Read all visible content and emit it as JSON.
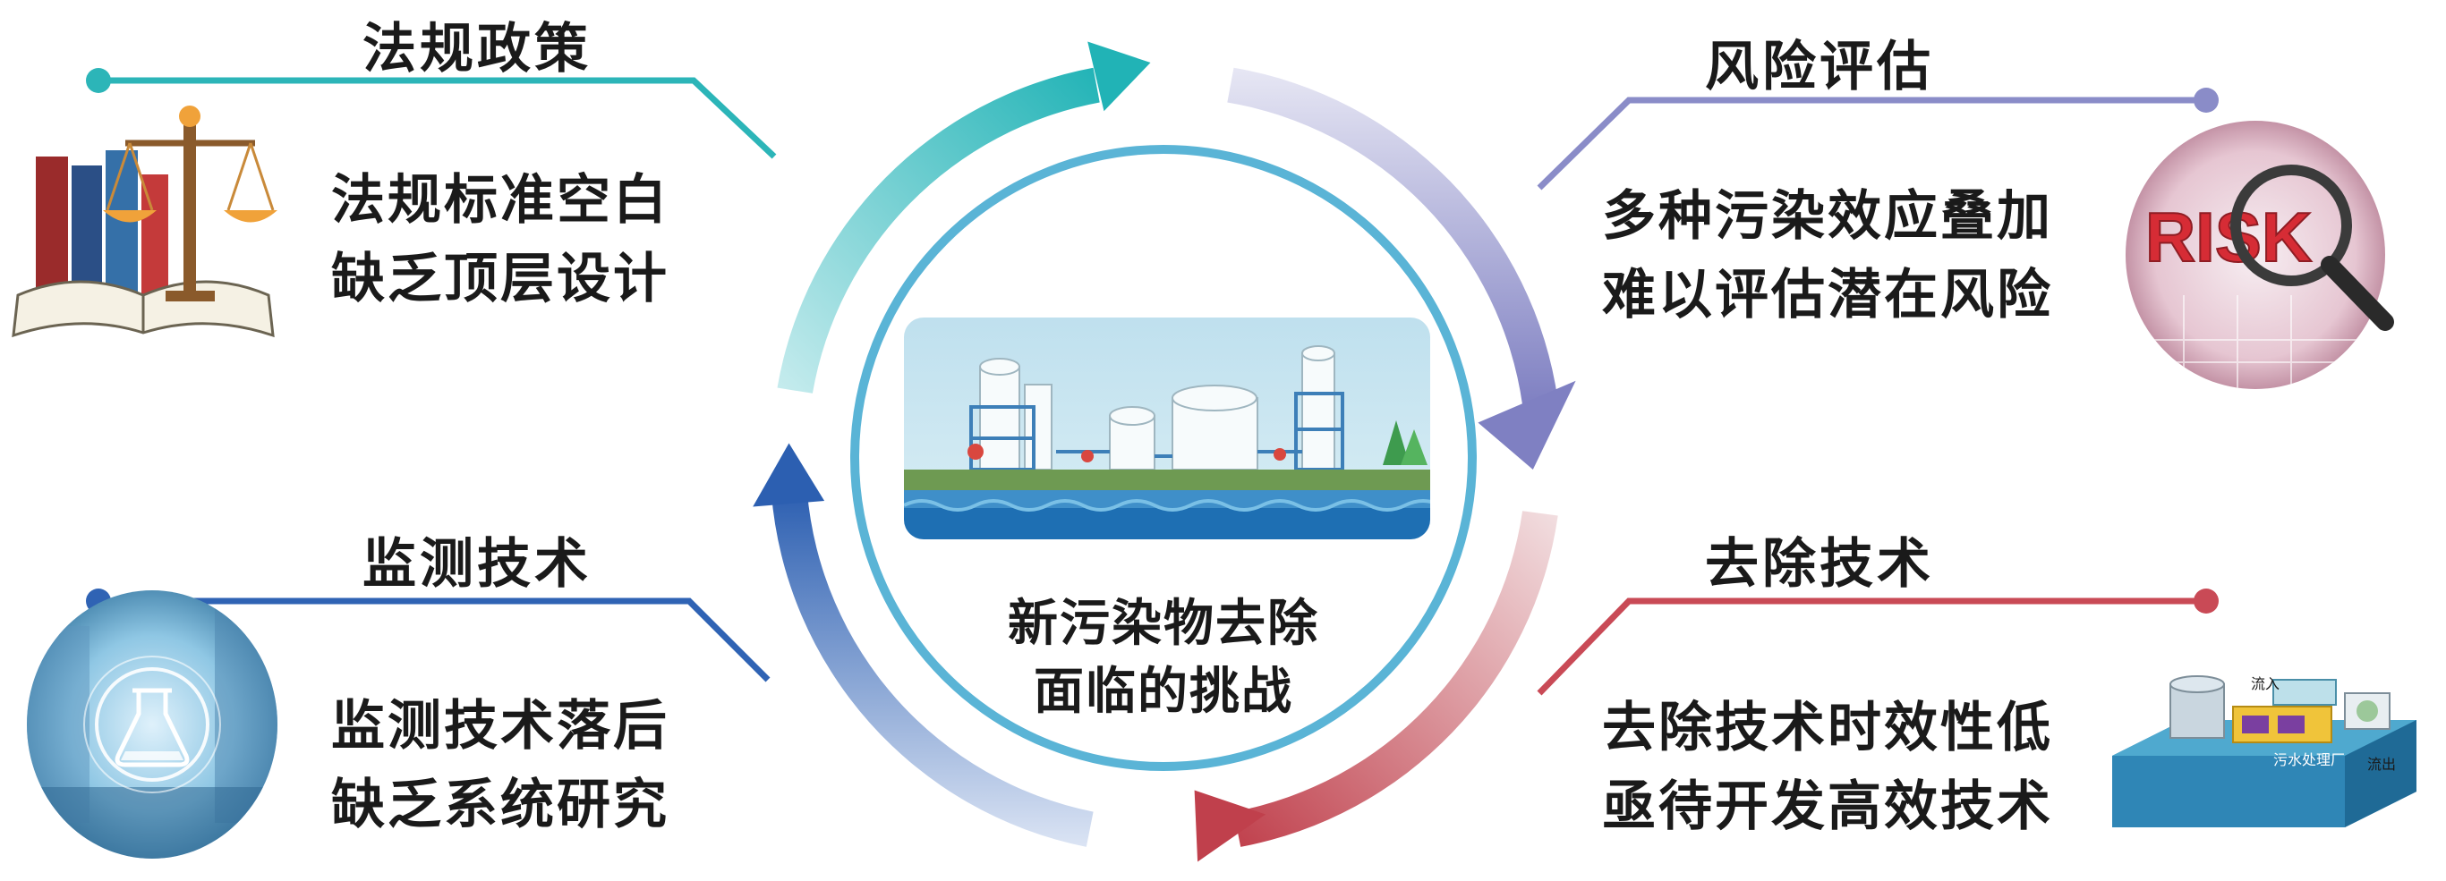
{
  "center": {
    "line1": "新污染物去除",
    "line2": "面临的挑战"
  },
  "sections": {
    "regulation": {
      "title": "法规政策",
      "line1": "法规标准空白",
      "line2": "缺乏顶层设计",
      "color": "#2cb5b8",
      "icon": "law-scale-books-icon"
    },
    "risk": {
      "title": "风险评估",
      "line1": "多种污染效应叠加",
      "line2": "难以评估潜在风险",
      "color": "#8a8cc8",
      "icon": "risk-magnifier-icon",
      "icon_text": "RISK"
    },
    "monitoring": {
      "title": "监测技术",
      "line1": "监测技术落后",
      "line2": "缺乏系统研究",
      "color": "#2f63b4",
      "icon": "lab-flask-icon"
    },
    "removal": {
      "title": "去除技术",
      "line1": "去除技术时效性低",
      "line2": "亟待开发高效技术",
      "color": "#c94a56",
      "icon": "sewage-plant-icon",
      "icon_labels": [
        "流入",
        "污水处理厂",
        "流出"
      ]
    }
  }
}
